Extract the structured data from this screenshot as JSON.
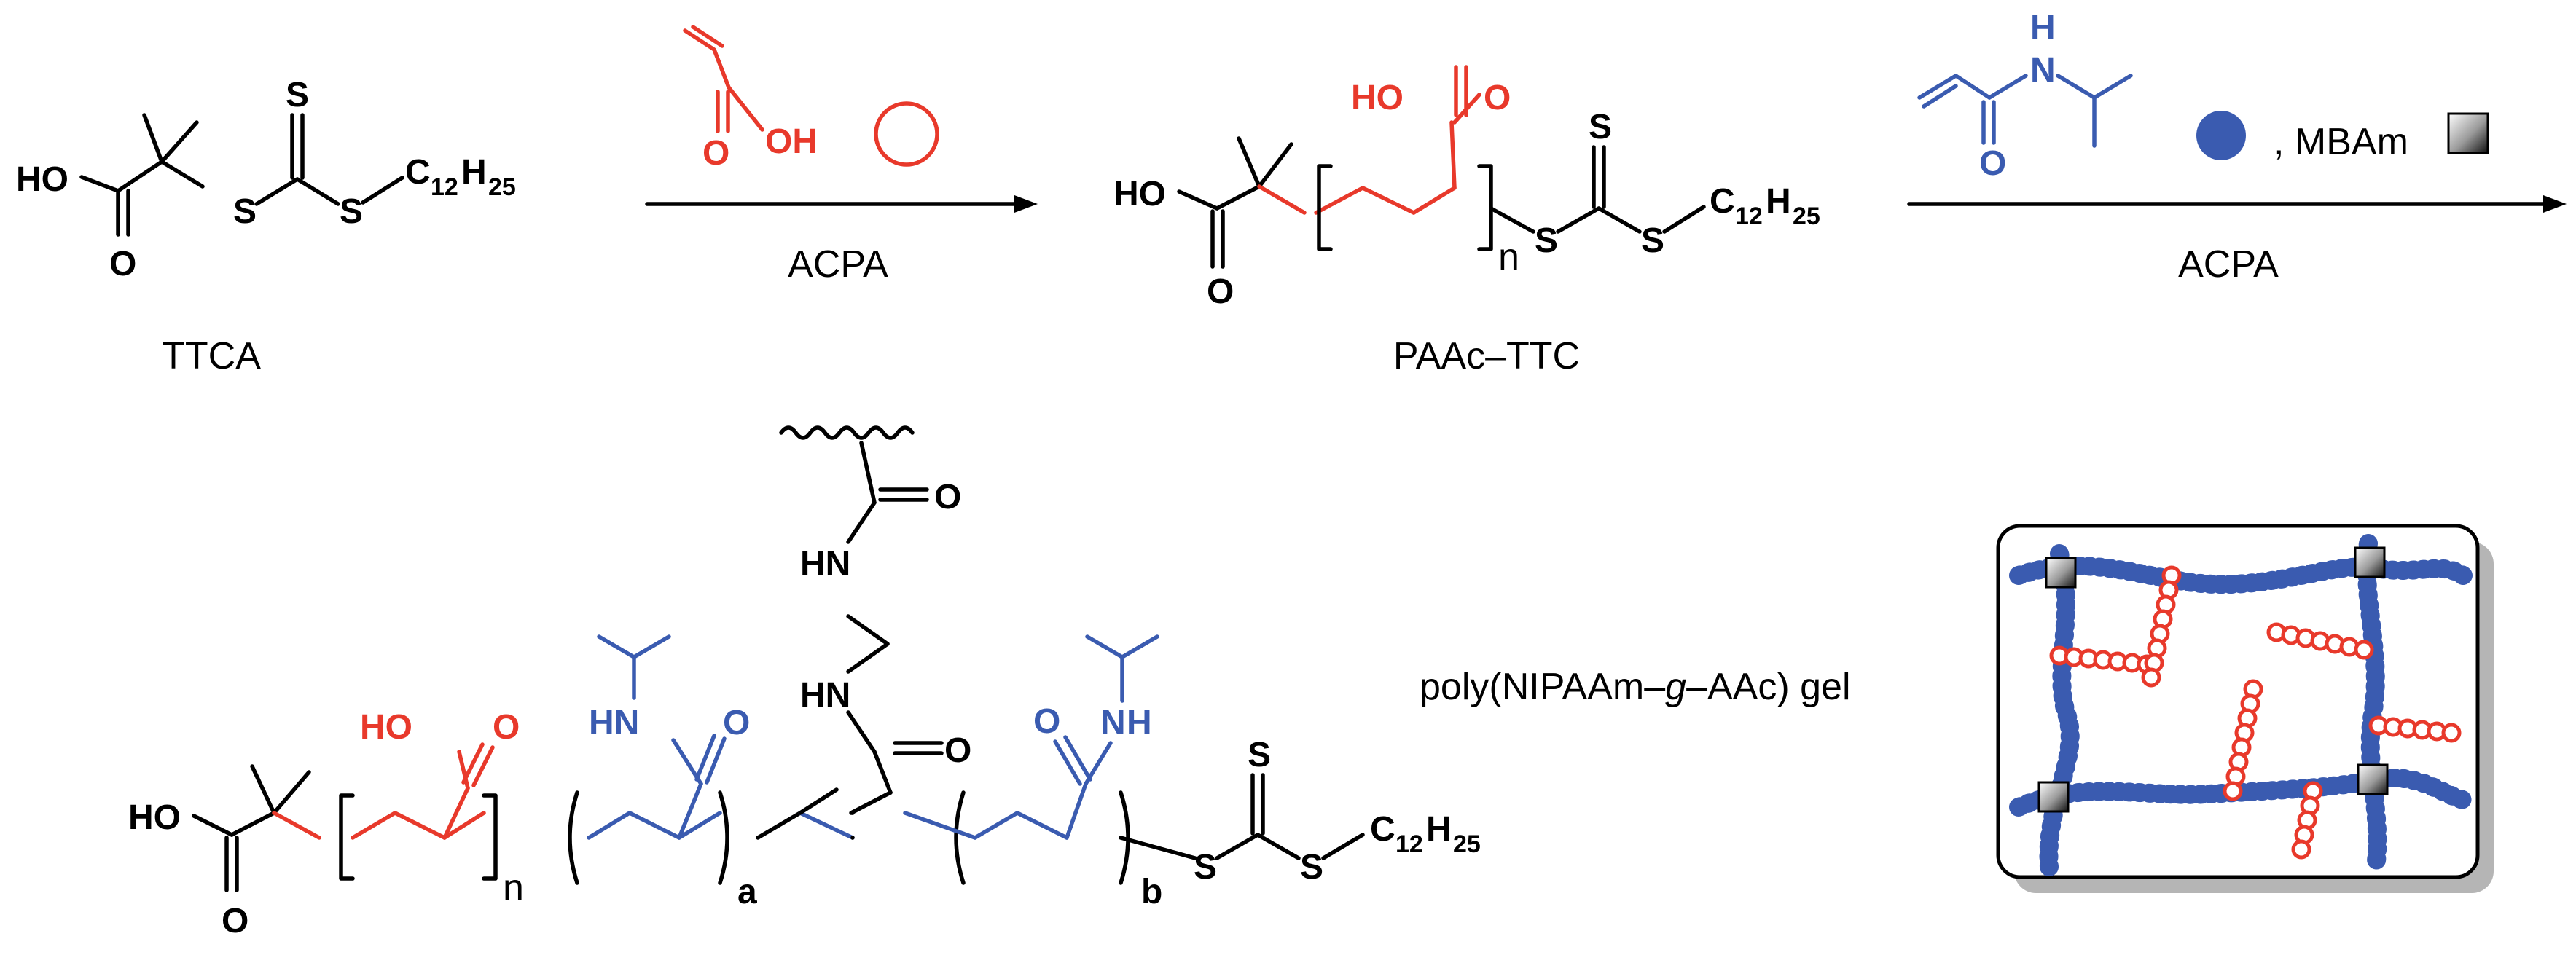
{
  "colors": {
    "acrylic_acid": "#e8392b",
    "nipaam": "#3a5bb0",
    "bond": "#000000",
    "crosslink_box": "#f2f2f2"
  },
  "atoms": {
    "S": "S",
    "O": "O",
    "HO": "HO",
    "OH": "OH",
    "H": "H",
    "N": "N",
    "HN": "HN",
    "C": "C",
    "C_sub": "12",
    "H_sub": "25",
    "n": "n",
    "a": "a",
    "b": "b"
  },
  "reagents": {
    "step1_label": "ACPA",
    "step2_label": "ACPA",
    "mbam": ", MBAm"
  },
  "compounds": {
    "ttca": "TTCA",
    "paac_ttc": "PAAc–TTC",
    "gel_prefix": "poly(NIPAAm–",
    "gel_italic": "g",
    "gel_suffix": "–AAc) gel"
  },
  "icons": {
    "aac": "red-open-circle-icon",
    "nipaam": "blue-filled-circle-icon",
    "mbam": "gray-gradient-square-icon"
  }
}
